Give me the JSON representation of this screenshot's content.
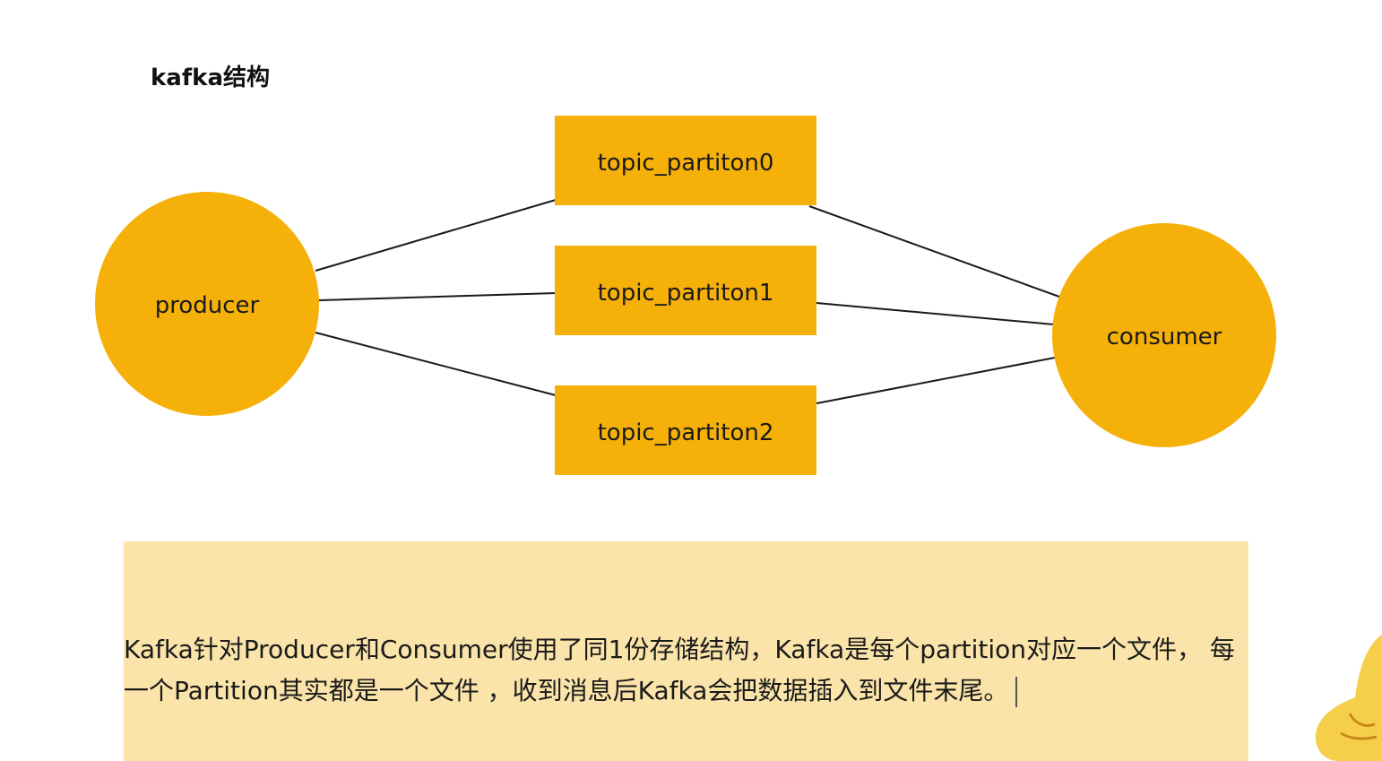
{
  "title": "kafka结构",
  "colors": {
    "node_fill": "#f5b00a",
    "edge": "#1a1a1a",
    "note_background": "#fae4aa"
  },
  "nodes": {
    "producer": "producer",
    "consumer": "consumer",
    "partitions": [
      "topic_partiton0",
      "topic_partiton1",
      "topic_partiton2"
    ]
  },
  "edges": [
    {
      "from": "producer",
      "to": "topic_partiton0"
    },
    {
      "from": "producer",
      "to": "topic_partiton1"
    },
    {
      "from": "producer",
      "to": "topic_partiton2"
    },
    {
      "from": "topic_partiton0",
      "to": "consumer"
    },
    {
      "from": "topic_partiton1",
      "to": "consumer"
    },
    {
      "from": "topic_partiton2",
      "to": "consumer"
    }
  ],
  "note": "Kafka针对Producer和Consumer使用了同1份存储结构，Kafka是每个partition对应一个文件， 每一个Partition其实都是一个文件 ，收到消息后Kafka会把数据插入到文件末尾。"
}
